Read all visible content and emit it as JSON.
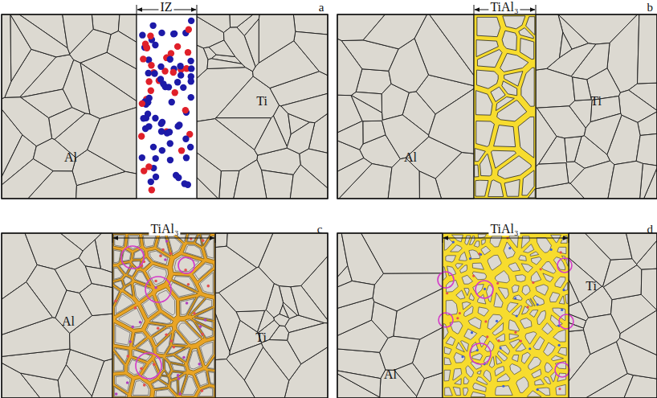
{
  "diagram": {
    "labels": [
      "IZ",
      "a",
      "Al",
      "Ti",
      "TiAl₃",
      "b",
      "Al",
      "Ti",
      "TiAl₃",
      "c",
      "Al",
      "Ti",
      "TiAl₃",
      "d",
      "Al",
      "Ti"
    ]
  }
}
